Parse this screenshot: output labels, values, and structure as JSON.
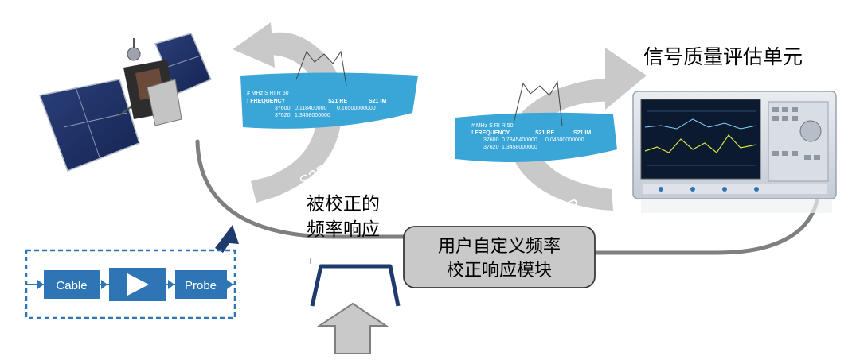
{
  "title_instrument": "信号质量评估单元",
  "label_corrected": [
    "被校正的",
    "频率响应"
  ],
  "module_label": [
    "用户自定义频率",
    "校正响应模块"
  ],
  "arrow_label_left": "S2P",
  "arrow_label_right": "S2P",
  "chain": {
    "cable": "Cable",
    "probe": "Probe"
  },
  "s2p_left": {
    "header": "# MHz S RI R 50",
    "columns": [
      "!   FREQUENCY",
      "S21 RE",
      "S21 IM"
    ],
    "rows": [
      [
        "37600",
        "0.118400000",
        "0.16500000000"
      ],
      [
        "37620",
        "1.3458000000",
        ""
      ]
    ]
  },
  "s2p_right": {
    "header": "# MHz S RI R 50",
    "columns": [
      "!   FREQUENCY",
      "S21 RE",
      "S21 IM"
    ],
    "rows": [
      [
        "37600",
        "0.7845400000",
        "0.04500000000"
      ],
      [
        "37620",
        "1.3458000000",
        ""
      ]
    ]
  },
  "colors": {
    "curve_gray": "#7f7f7f",
    "arrow_gray": "#c8c8c8",
    "data_blue": "#3aa6d8",
    "chain_blue": "#2e75b6",
    "module_fill": "#c9c9c9",
    "dark_navy": "#1f3b6e"
  }
}
